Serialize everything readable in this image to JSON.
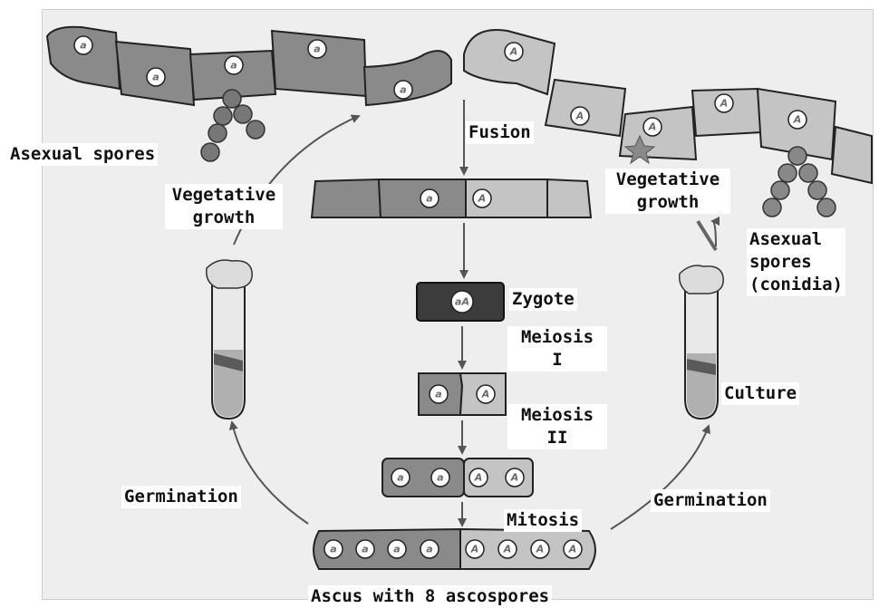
{
  "labels": {
    "asexual_spores_left": "Asexual spores",
    "vegetative_growth_left_1": "Vegetative",
    "vegetative_growth_left_2": "growth",
    "fusion": "Fusion",
    "vegetative_growth_right_1": "Vegetative",
    "vegetative_growth_right_2": "growth",
    "asexual_spores_right_1": "Asexual",
    "asexual_spores_right_2": "spores",
    "asexual_spores_right_3": "(conidia)",
    "zygote": "Zygote",
    "meiosis_i_1": "Meiosis",
    "meiosis_i_2": "I",
    "meiosis_ii_1": "Meiosis",
    "meiosis_ii_2": "II",
    "culture": "Culture",
    "germination_left": "Germination",
    "germination_right": "Germination",
    "mitosis": "Mitosis",
    "ascus": "Ascus with 8 ascospores"
  },
  "nucleus": {
    "a": "a",
    "A": "A",
    "zygote": "aA"
  },
  "colors": {
    "hypha_a": "#8a8a8a",
    "hypha_A": "#c4c4c4",
    "zygote": "#3c3c3c",
    "outline": "#222222",
    "arrow": "#555555",
    "culture_band": "#5a5a5a"
  }
}
